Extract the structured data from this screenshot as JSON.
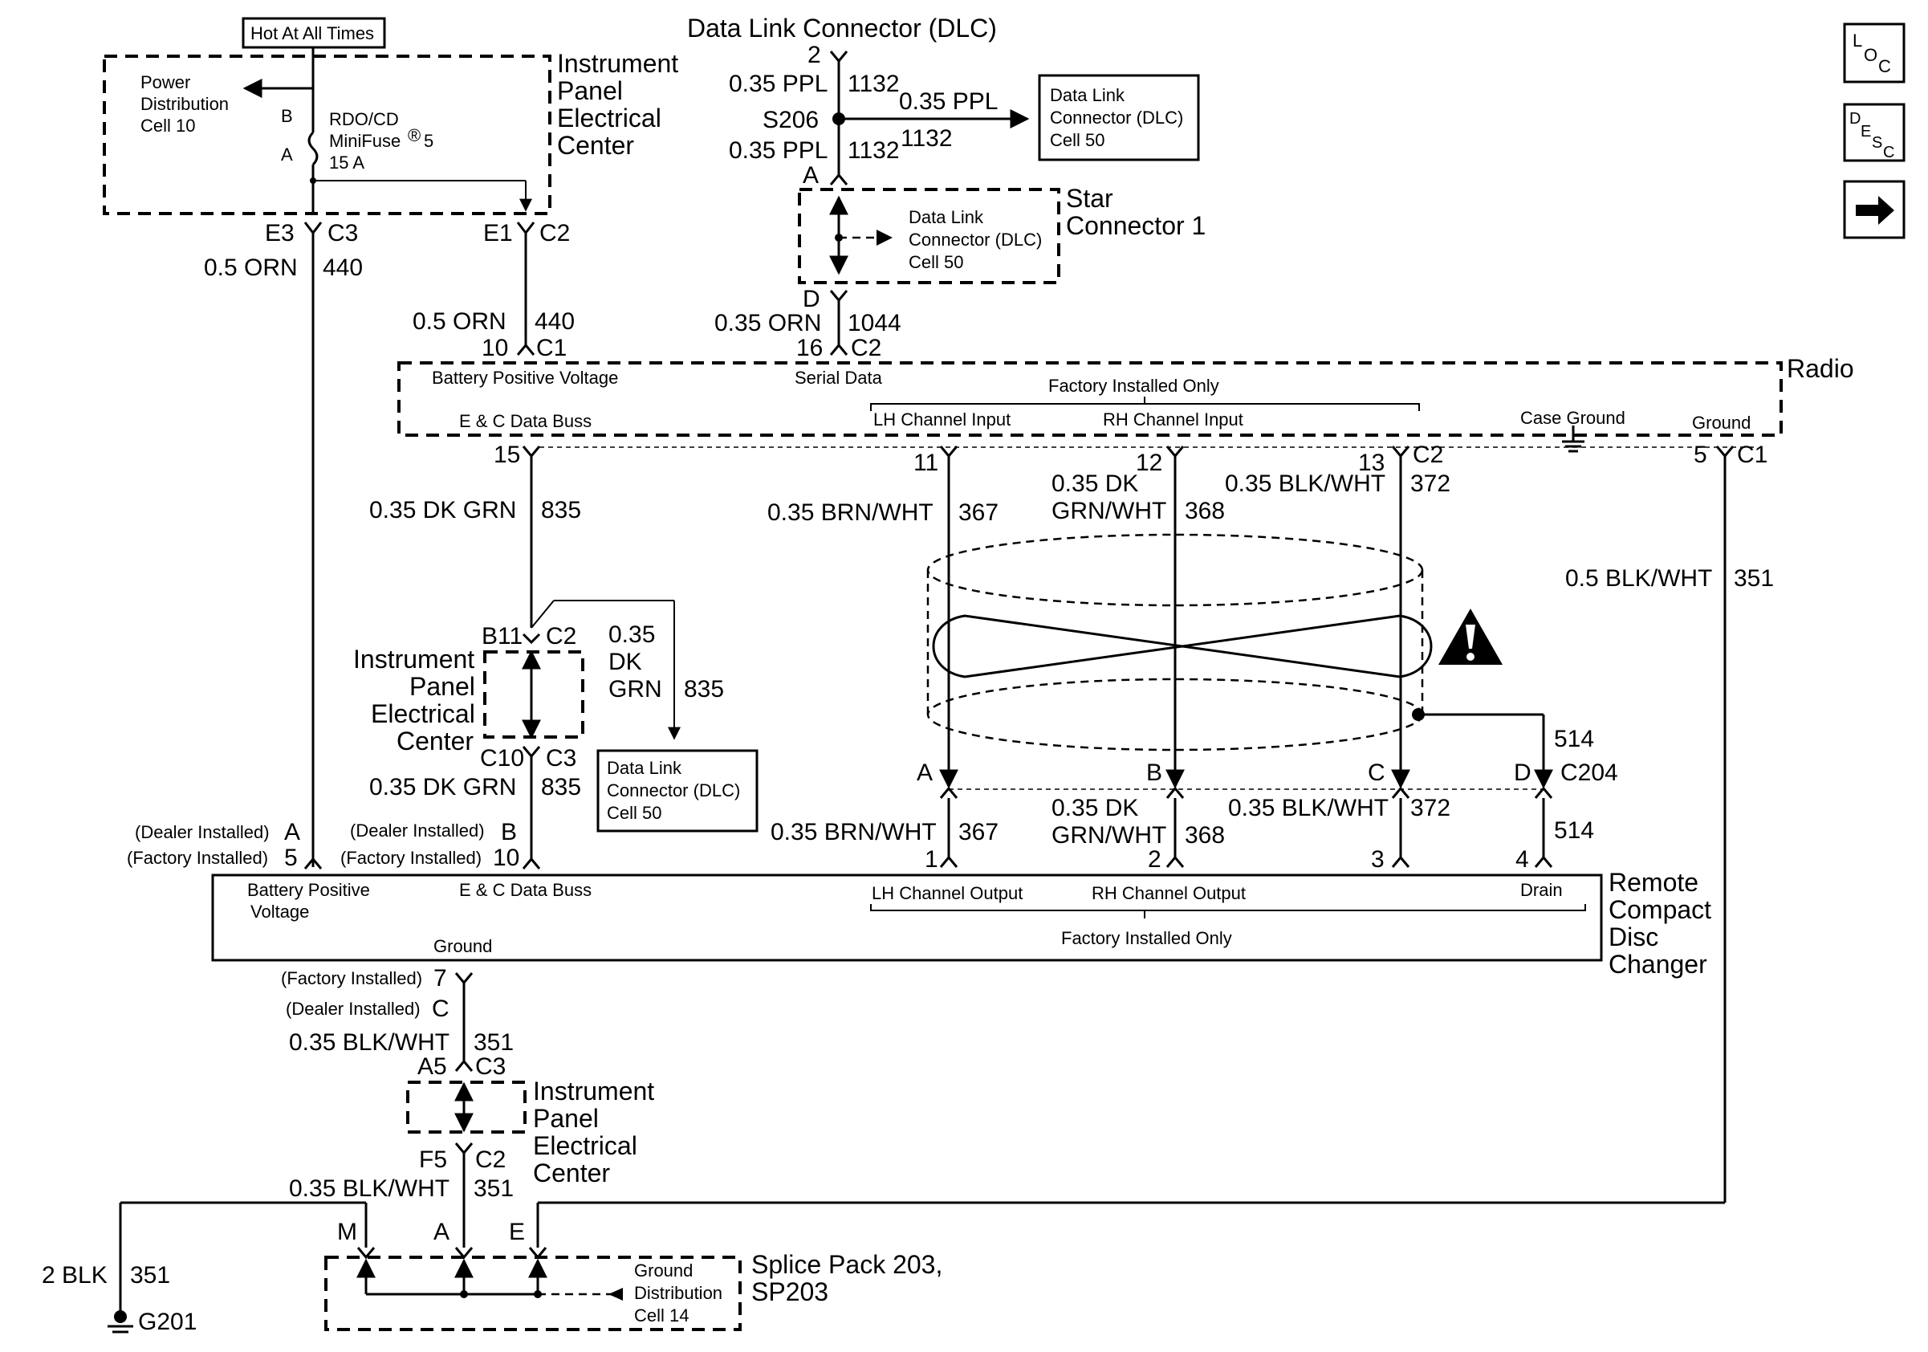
{
  "hot": "Hot At All Times",
  "ipec": {
    "l1": "Instrument",
    "l2": "Panel",
    "l3": "Electrical",
    "l4": "Center"
  },
  "pwr": {
    "l1": "Power",
    "l2": "Distribution",
    "l3": "Cell 10"
  },
  "fuse": {
    "b": "B",
    "a": "A",
    "l1": "RDO/CD",
    "l2": "MiniFuse",
    "reg": "®",
    "num": "5",
    "l3": "15 A"
  },
  "e3": "E3",
  "c3a": "C3",
  "e1": "E1",
  "c2a": "C2",
  "w440a": {
    "color": "0.5 ORN",
    "num": "440"
  },
  "w440b": {
    "color": "0.5 ORN",
    "num": "440"
  },
  "p10": "10",
  "c1a": "C1",
  "dlc": {
    "title": "Data Link Connector (DLC)",
    "pin2": "2",
    "s206": "S206",
    "pinA": "A",
    "pinD": "D",
    "pin16": "16",
    "c2": "C2"
  },
  "w1132a": {
    "color": "0.35 PPL",
    "num": "1132"
  },
  "w1132b": {
    "color": "0.35 PPL",
    "num": "1132"
  },
  "w1132c": {
    "color": "0.35 PPL",
    "num": "1132"
  },
  "w1044": {
    "color": "0.35 ORN",
    "num": "1044"
  },
  "dlcbox": {
    "l1": "Data Link",
    "l2": "Connector (DLC)",
    "l3": "Cell 50"
  },
  "star": {
    "l1": "Star",
    "l2": "Connector 1"
  },
  "radio": {
    "name": "Radio",
    "bat": "Battery Positive Voltage",
    "serial": "Serial Data",
    "factory": "Factory Installed Only",
    "ec": "E & C Data Buss",
    "lh": "LH Channel Input",
    "rh": "RH Channel Input",
    "case": "Case Ground",
    "ground": "Ground"
  },
  "p15": "15",
  "p11": "11",
  "p12": "12",
  "p13": "13",
  "c2b": "C2",
  "p5": "5",
  "c1b": "C1",
  "w835a": {
    "color": "0.35 DK GRN",
    "num": "835"
  },
  "w367a": {
    "color": "0.35 BRN/WHT",
    "num": "367"
  },
  "w368a": {
    "c1": "0.35 DK",
    "c2": "GRN/WHT",
    "num": "368"
  },
  "w372a": {
    "color": "0.35 BLK/WHT",
    "num": "372"
  },
  "w351a": {
    "color": "0.5 BLK/WHT",
    "num": "351"
  },
  "b11": "B11",
  "c2c": "C2",
  "c10": "C10",
  "c3b": "C3",
  "w835b": {
    "l1": "0.35",
    "l2": "DK",
    "l3": "GRN",
    "num": "835"
  },
  "w835c": {
    "color": "0.35 DK GRN",
    "num": "835"
  },
  "w514a": {
    "num": "514",
    "conn": "C204"
  },
  "w514b": {
    "num": "514"
  },
  "pa": "A",
  "pb": "B",
  "pc": "C",
  "pd": "D",
  "w367b": {
    "color": "0.35 BRN/WHT",
    "num": "367"
  },
  "w368b": {
    "c1": "0.35 DK",
    "c2": "GRN/WHT",
    "num": "368"
  },
  "w372b": {
    "color": "0.35 BLK/WHT",
    "num": "372"
  },
  "p1": "1",
  "p2": "2",
  "p3": "3",
  "p4": "4",
  "dealer": "(Dealer Installed)",
  "factory": "(Factory Installed)",
  "pinA": "A",
  "pin5": "5",
  "pinB": "B",
  "pin10": "10",
  "cdc": {
    "bat1": "Battery Positive",
    "bat2": "Voltage",
    "ec": "E & C Data Buss",
    "lh": "LH Channel Output",
    "rh": "RH Channel Output",
    "drain": "Drain",
    "ground": "Ground",
    "factory": "Factory Installed Only",
    "l1": "Remote",
    "l2": "Compact",
    "l3": "Disc",
    "l4": "Changer"
  },
  "pin7": "7",
  "pinC": "C",
  "w351b": {
    "color": "0.35 BLK/WHT",
    "num": "351"
  },
  "a5": "A5",
  "c3c": "C3",
  "f5": "F5",
  "c2d": "C2",
  "w351c": {
    "color": "0.35 BLK/WHT",
    "num": "351"
  },
  "sp": {
    "m": "M",
    "a": "A",
    "e": "E",
    "gd1": "Ground",
    "gd2": "Distribution",
    "gd3": "Cell 14",
    "l1": "Splice Pack 203,",
    "l2": "SP203"
  },
  "w351d": {
    "color": "2 BLK",
    "num": "351"
  },
  "g201": "G201",
  "nav": {
    "loc1": "L",
    "loc2": "O",
    "loc3": "C",
    "desc1": "D",
    "desc2": "E",
    "desc3": "S",
    "desc4": "C",
    "arrow": "➡"
  }
}
